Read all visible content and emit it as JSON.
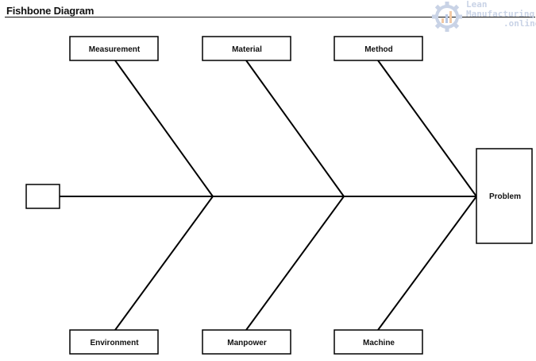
{
  "title": "Fishbone Diagram",
  "watermark": {
    "line1": "Lean",
    "line2": "Manufacturing",
    "line3": ".online"
  },
  "causes": {
    "measurement": "Measurement",
    "material": "Material",
    "method": "Method",
    "environment": "Environment",
    "manpower": "Manpower",
    "machine": "Machine"
  },
  "effect": "Problem",
  "colors": {
    "line": "#000000",
    "watermark": "#c9d3e6",
    "gear_blue": "#b9c8e4",
    "gear_orange": "#f2c9a4"
  }
}
